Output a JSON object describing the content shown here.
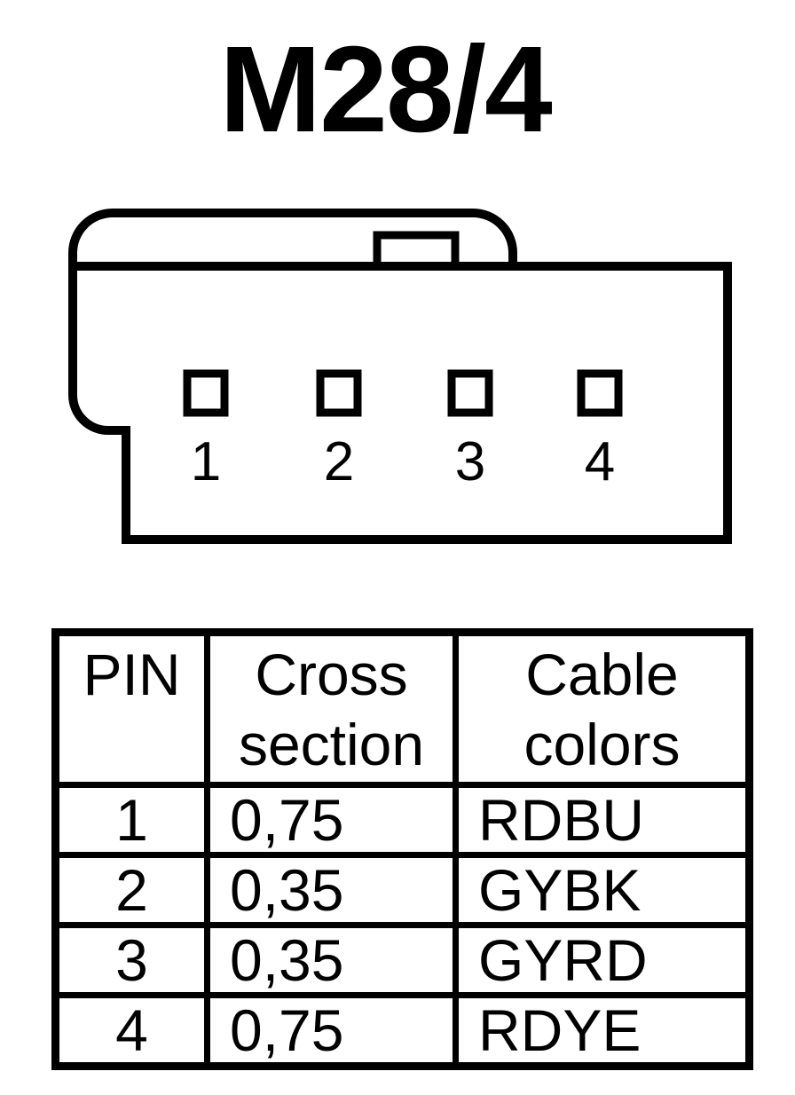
{
  "title": "M28/4",
  "colors": {
    "ink": "#000000",
    "background": "#ffffff"
  },
  "connector": {
    "pins": [
      {
        "label": "1"
      },
      {
        "label": "2"
      },
      {
        "label": "3"
      },
      {
        "label": "4"
      }
    ]
  },
  "table": {
    "headers": [
      {
        "label": "PIN"
      },
      {
        "label": "Cross section"
      },
      {
        "label": "Cable colors"
      }
    ],
    "rows": [
      {
        "pin": "1",
        "cross_section": "0,75",
        "cable_colors": "RDBU"
      },
      {
        "pin": "2",
        "cross_section": "0,35",
        "cable_colors": "GYBK"
      },
      {
        "pin": "3",
        "cross_section": "0,35",
        "cable_colors": "GYRD"
      },
      {
        "pin": "4",
        "cross_section": "0,75",
        "cable_colors": "RDYE"
      }
    ]
  }
}
